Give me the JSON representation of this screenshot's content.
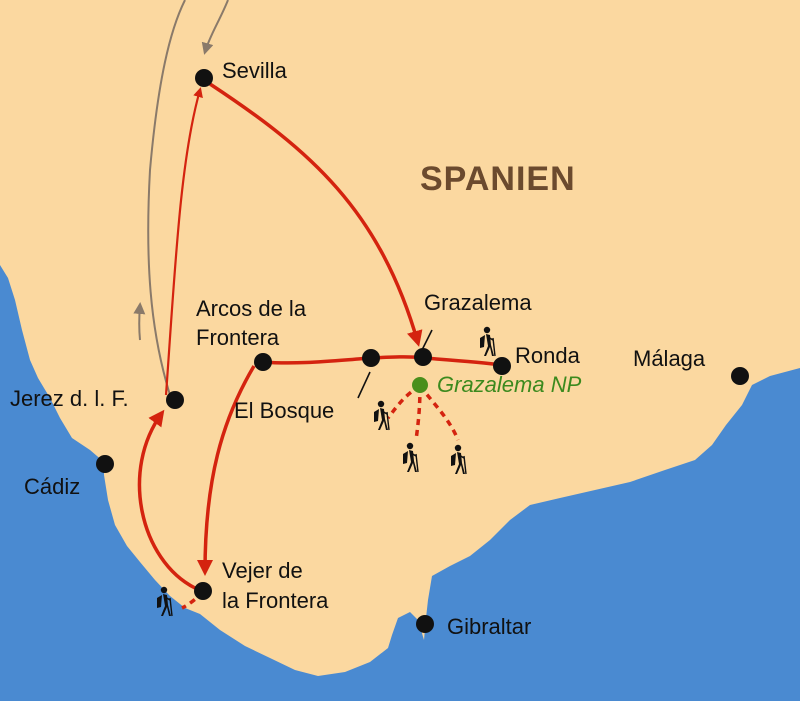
{
  "map": {
    "country": "SPANIEN",
    "colors": {
      "sea": "#4a8ad1",
      "land": "#fbd8a0",
      "route": "#d4230f",
      "return_route": "#8a7a6a",
      "park": "#4a8f1c",
      "city_dot": "#111111"
    },
    "cities": {
      "sevilla": "Sevilla",
      "arcos_line1": "Arcos de la",
      "arcos_line2": "Frontera",
      "grazalema": "Grazalema",
      "ronda": "Ronda",
      "malaga": "Málaga",
      "el_bosque": "El Bosque",
      "jerez": "Jerez d. l. F.",
      "cadiz": "Cádiz",
      "vejer_line1": "Vejer de",
      "vejer_line2": "la Frontera",
      "gibraltar": "Gibraltar"
    },
    "park_label": "Grazalema NP",
    "icons": [
      "hiker-icon",
      "city-dot-icon",
      "route-arrow-icon"
    ]
  }
}
